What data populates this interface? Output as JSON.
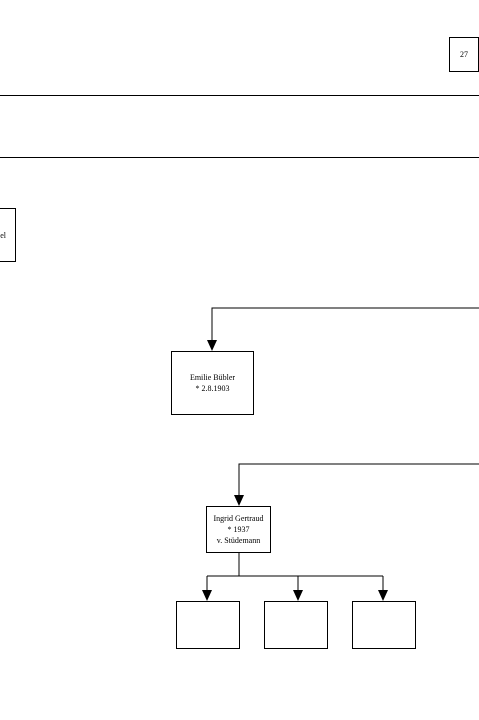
{
  "page_number": "27",
  "left_box_text": "el",
  "emilie": {
    "name": "Emilie Bübler",
    "birth": "* 2.8.1903"
  },
  "ingrid": {
    "name": "Ingrid Gertraud",
    "birth": "* 1937",
    "married": "v. Stüdemann"
  },
  "children": [
    "",
    "",
    ""
  ]
}
